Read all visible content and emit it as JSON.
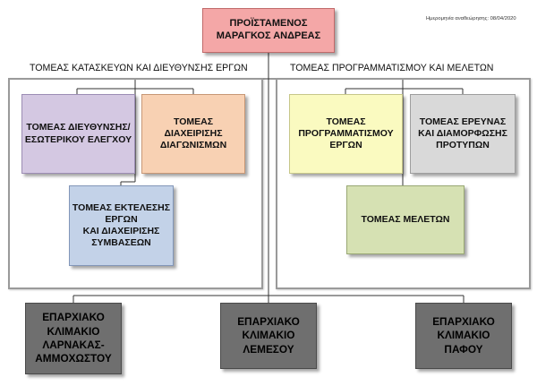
{
  "header": {
    "title": "ΠΡΟΪΣΤΑΜΕΝΟΣ\nΜΑΡΑΓΚΟΣ ΑΝΔΡΕΑΣ",
    "date_note": "Ημερομηνία αναθεώρησης: 08/04/2020"
  },
  "sections": {
    "left_title": "ΤΟΜΕΑΣ ΚΑΤΑΣΚΕΥΩΝ ΚΑΙ ΔΙΕΥΘΥΝΣΗΣ ΕΡΓΩΝ",
    "right_title": "ΤΟΜΕΑΣ ΠΡΟΓΡΑΜΜΑΤΙΣΜΟΥ ΚΑΙ ΜΕΛΕΤΩΝ"
  },
  "units": {
    "dieftinsis": "ΤΟΜΕΑΣ ΔΙΕΥΘΥΝΣΗΣ/\nΕΣΩΤΕΡΙΚΟΥ ΕΛΕΓΧΟΥ",
    "diagonismon": "ΤΟΜΕΑΣ\nΔΙΑΧΕΙΡΙΣΗΣ\nΔΙΑΓΩΝΙΣΜΩΝ",
    "ektelesis": "ΤΟΜΕΑΣ ΕΚΤΕΛΕΣΗΣ\nΕΡΓΩΝ\nΚΑΙ ΔΙΑΧΕΙΡΙΣΗΣ\nΣΥΜΒΑΣΕΩΝ",
    "programmatismou": "ΤΟΜΕΑΣ\nΠΡΟΓΡΑΜΜΑΤΙΣΜΟΥ\nΕΡΓΩΝ",
    "erevnas": "ΤΟΜΕΑΣ ΕΡΕΥΝΑΣ\nΚΑΙ ΔΙΑΜΟΡΦΩΣΗΣ\nΠΡΟΤΥΠΩΝ",
    "meleton": "ΤΟΜΕΑΣ ΜΕΛΕΤΩΝ"
  },
  "regional": {
    "larnakas": "ΕΠΑΡΧΙΑΚΟ\nΚΛΙΜΑΚΙΟ\nΛΑΡΝΑΚΑΣ-\nΑΜΜΟΧΩΣΤΟΥ",
    "lemesou": "ΕΠΑΡΧΙΑΚΟ\nΚΛΙΜΑΚΙΟ\nΛΕΜΕΣΟΥ",
    "pafou": "ΕΠΑΡΧΙΑΚΟ\nΚΛΙΜΑΚΙΟ\nΠΑΦΟΥ"
  }
}
